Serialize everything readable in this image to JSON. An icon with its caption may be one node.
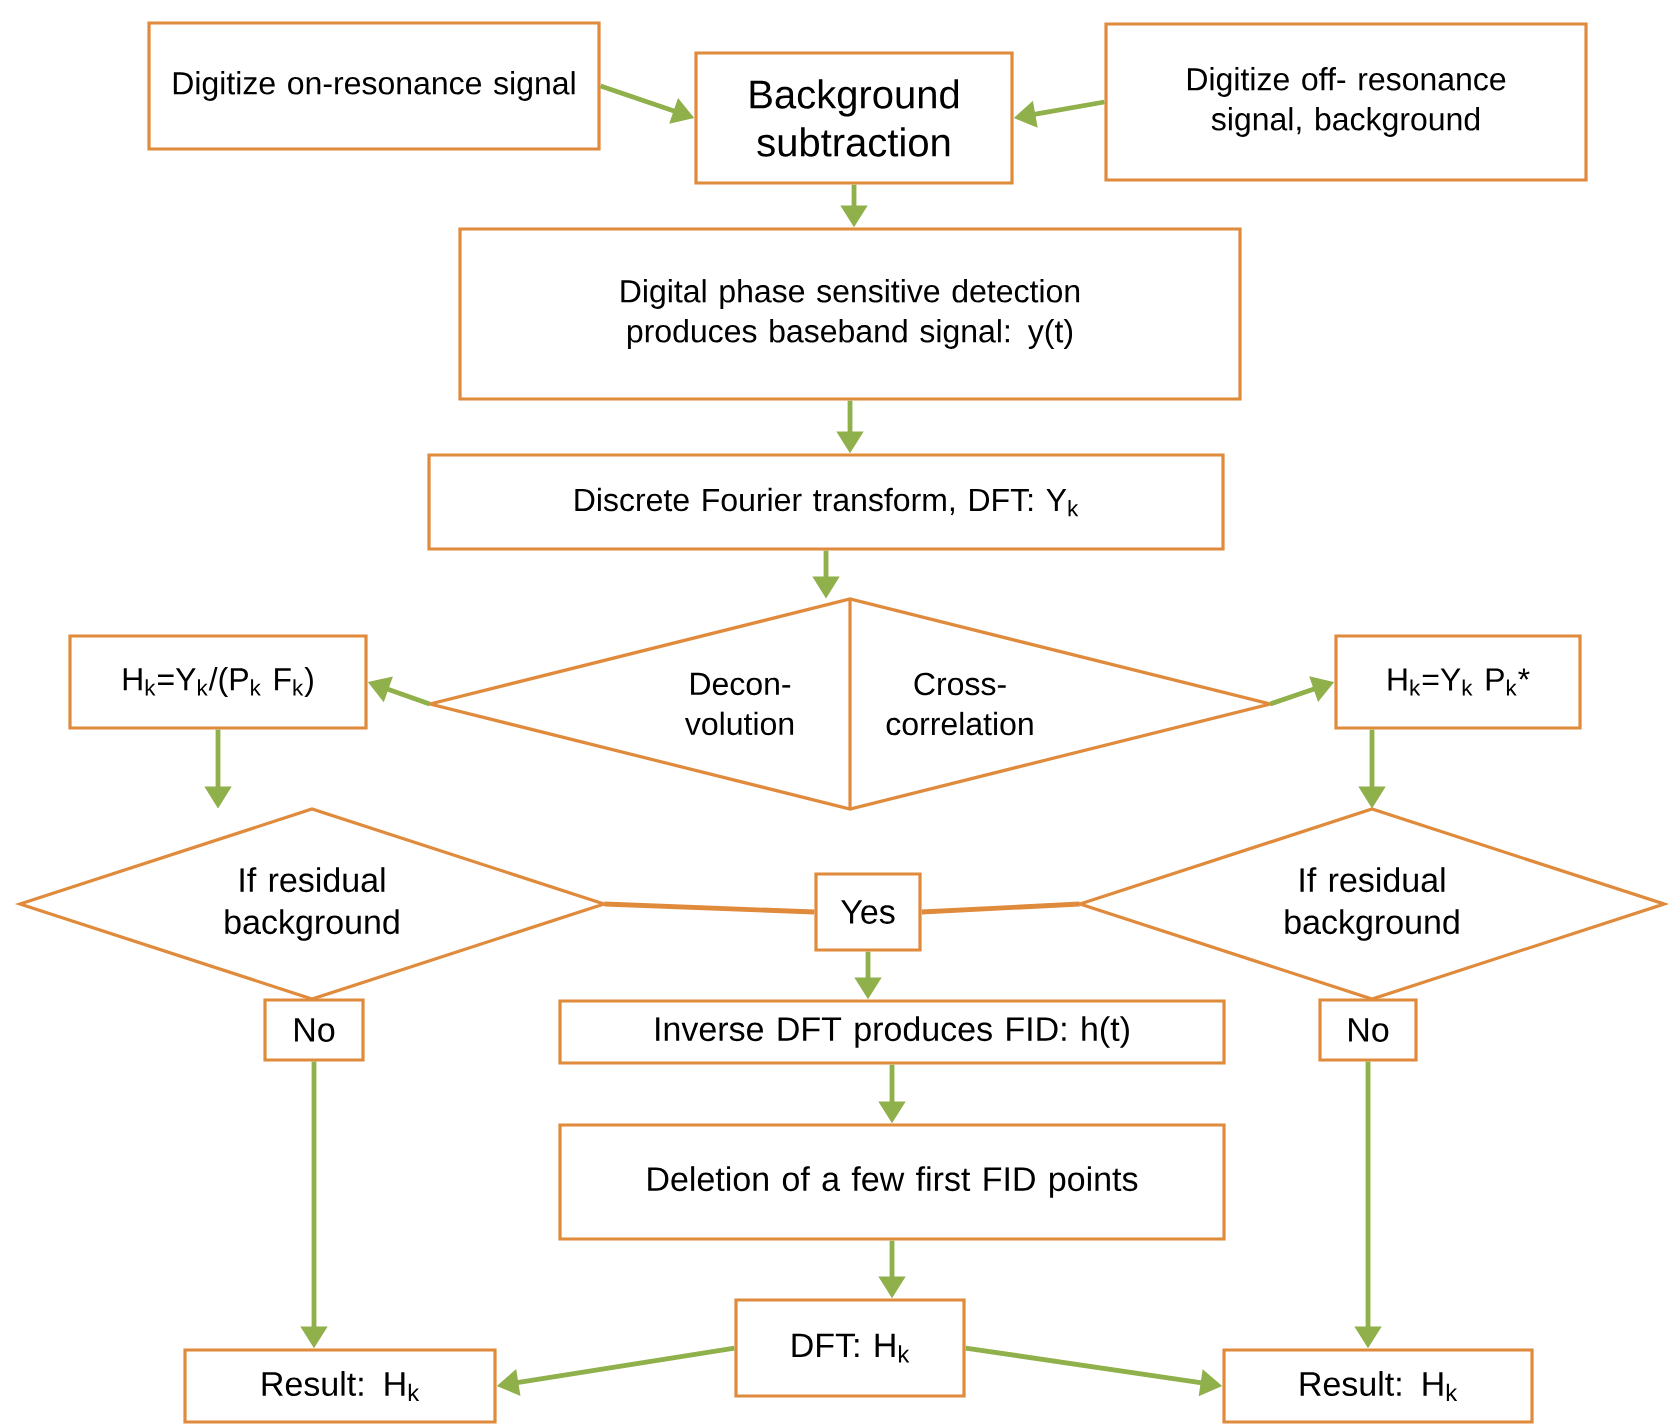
{
  "diagram": {
    "nodes": [
      {
        "text": [
          "Digitize on-resonance signal"
        ]
      },
      {
        "text": [
          "Background subtraction"
        ]
      },
      {
        "text": [
          "Digitize off- resonance signal, background"
        ]
      },
      {
        "text": [
          "Digital phase sensitive detection produces baseband signal: y(t)"
        ]
      },
      {
        "text": [
          "Discrete Fourier transform, DFT: Y$_{k}$"
        ]
      },
      {
        "text": [
          "Decon- volution",
          "Cross- correlation"
        ]
      },
      {
        "text": [
          "H$_{k}$=Y$_{k}$/(P$_{k}$ F$_{k}$)"
        ]
      },
      {
        "text": [
          "H$_{k}$=Y$_{k}$ P$_{k}$*"
        ]
      },
      {
        "text": [
          "If residual background"
        ]
      },
      {
        "text": [
          "Yes"
        ]
      },
      {
        "text": [
          "If residual background"
        ]
      },
      {
        "text": [
          "No"
        ]
      },
      {
        "text": [
          "Inverse DFT produces FID: h(t)"
        ]
      },
      {
        "text": [
          "No"
        ]
      },
      {
        "text": [
          "Deletion of a few first FID points"
        ]
      },
      {
        "text": [
          "DFT: H$_{k}$"
        ]
      },
      {
        "text": [
          "Result: H$_{k}$"
        ]
      },
      {
        "text": [
          "Result: H$_{k}$"
        ]
      }
    ],
    "edges": [
      {
        "from": 0,
        "to": 1,
        "arrow": "to"
      },
      {
        "from": 2,
        "to": 1,
        "arrow": "to"
      },
      {
        "from": 1,
        "to": 3,
        "arrow": "to"
      },
      {
        "from": 3,
        "to": 4,
        "arrow": "to"
      },
      {
        "from": 4,
        "to": 5,
        "arrow": "to"
      },
      {
        "from": 5,
        "to": 6,
        "arrow": "to"
      },
      {
        "from": 5,
        "to": 7,
        "arrow": "to"
      },
      {
        "from": 6,
        "to": 8,
        "arrow": "to"
      },
      {
        "from": 7,
        "to": 10,
        "arrow": "to"
      },
      {
        "from": 8,
        "to": 9,
        "arrow": "none",
        "color": "#e08a3c"
      },
      {
        "from": 10,
        "to": 9,
        "arrow": "none",
        "color": "#e08a3c"
      },
      {
        "from": 9,
        "to": 12,
        "arrow": "to"
      },
      {
        "from": 12,
        "to": 14,
        "arrow": "to"
      },
      {
        "from": 14,
        "to": 15,
        "arrow": "to"
      },
      {
        "from": 15,
        "to": 16,
        "arrow": "to"
      },
      {
        "from": 15,
        "to": 17,
        "arrow": "to"
      },
      {
        "from": 11,
        "to": 16,
        "arrow": "to"
      },
      {
        "from": 13,
        "to": 17,
        "arrow": "to"
      }
    ]
  }
}
